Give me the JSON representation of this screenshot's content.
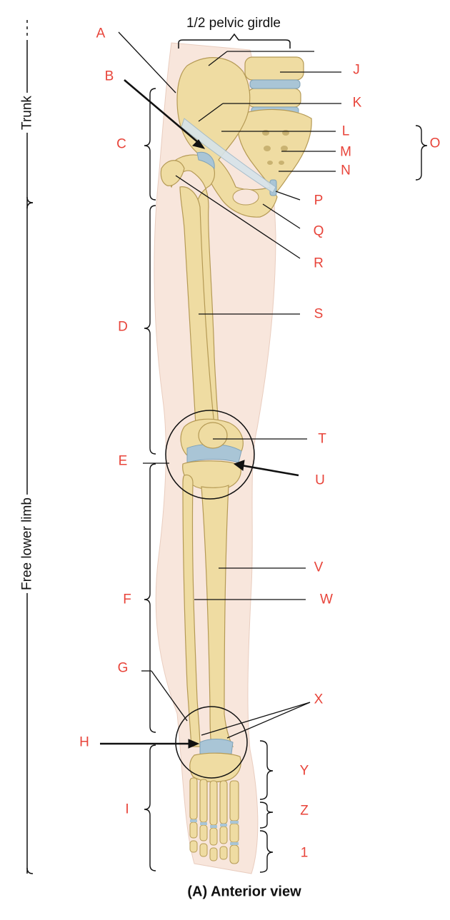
{
  "top_label": "1/2 pelvic girdle",
  "caption": "(A) Anterior view",
  "side_labels": {
    "trunk": "Trunk",
    "free_lower_limb": "Free lower limb"
  },
  "labels": {
    "A": "A",
    "B": "B",
    "C": "C",
    "D": "D",
    "E": "E",
    "F": "F",
    "G": "G",
    "H": "H",
    "I": "I",
    "J": "J",
    "K": "K",
    "L": "L",
    "M": "M",
    "N": "N",
    "O": "O",
    "P": "P",
    "Q": "Q",
    "R": "R",
    "S": "S",
    "T": "T",
    "U": "U",
    "V": "V",
    "W": "W",
    "X": "X",
    "Y": "Y",
    "Z": "Z",
    "one": "1"
  },
  "colors": {
    "label": "#e8443a",
    "bone": "#efdca2",
    "bone_edge": "#b59a55",
    "skin": "#f8e6dc",
    "cartilage": "#a9c5d6",
    "line": "#111111"
  }
}
